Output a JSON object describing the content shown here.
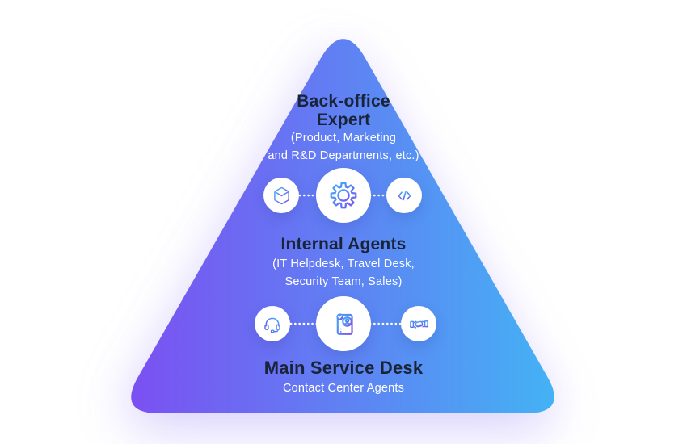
{
  "pyramid": {
    "gradient_start": "#7b50f2",
    "gradient_end": "#44b2f4",
    "icon_gradient_start": "#3fb1f5",
    "icon_gradient_end": "#7a52f0",
    "title_color": "#1a2438",
    "subtitle_color": "#ffffff",
    "tiers": [
      {
        "id": "back-office-expert",
        "title": "Back-office Expert",
        "title_lines": [
          "Back-office",
          "Expert"
        ],
        "subtitle_lines": [
          "(Product, Marketing",
          "and R&D Departments, etc.)"
        ]
      },
      {
        "id": "internal-agents",
        "title": "Internal Agents",
        "subtitle_lines": [
          "(IT Helpdesk, Travel Desk,",
          "Security Team, Sales)"
        ]
      },
      {
        "id": "main-service-desk",
        "title": "Main Service Desk",
        "subtitle_lines": [
          "Contact Center Agents"
        ]
      }
    ],
    "icon_rows": [
      {
        "icons": [
          "cube-icon",
          "gear-icon",
          "code-icon"
        ]
      },
      {
        "icons": [
          "headset-icon",
          "resume-check-icon",
          "handshake-icon"
        ]
      }
    ]
  }
}
